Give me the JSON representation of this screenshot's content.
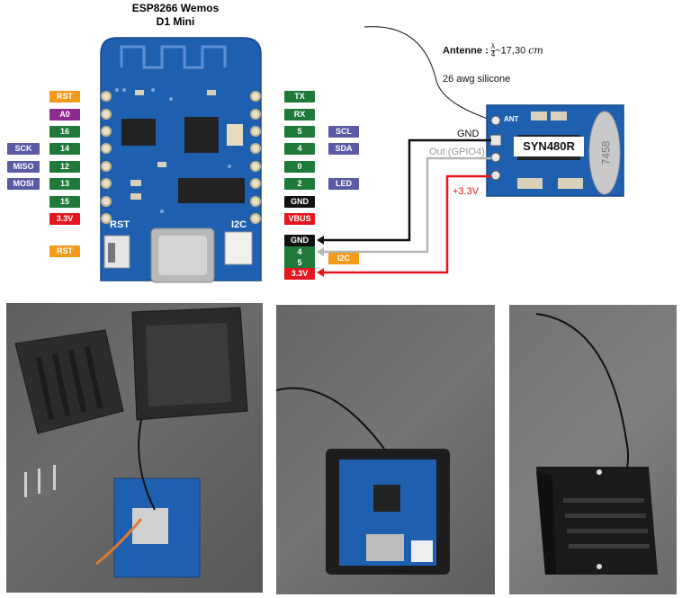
{
  "title": {
    "line1": "ESP8266 Wemos",
    "line2": "D1 Mini"
  },
  "colors": {
    "board": "#1f5fb0",
    "pin_green": "#1f7a3a",
    "pin_orange": "#f29a1a",
    "pin_purple": "#8e2b8e",
    "pin_blue": "#5a5aa6",
    "pin_red": "#e3161d",
    "pin_black": "#111111",
    "wire_red": "#e3161d",
    "wire_gray": "#b5b5b5",
    "wire_black": "#111111"
  },
  "board": {
    "rst_silk": "RST",
    "i2c_silk": "I2C"
  },
  "left_pins": {
    "main": [
      "RST",
      "A0",
      "16",
      "14",
      "12",
      "13",
      "15",
      "3.3V"
    ],
    "secondary": [
      "SCK",
      "MISO",
      "MOSI"
    ],
    "bottom": "RST"
  },
  "right_pins": {
    "main": [
      "TX",
      "RX",
      "5",
      "4",
      "0",
      "2",
      "GND",
      "VBUS"
    ],
    "secondary": [
      "SCL",
      "SDA",
      "LED"
    ],
    "i2c_connector": [
      "GND",
      "4",
      "5",
      "3.3V"
    ],
    "i2c_tag": "I2C"
  },
  "antenna": {
    "label": "Antenne",
    "formula_num": "λ",
    "formula_den": "4",
    "formula_value": "~17,30",
    "unit": "cm",
    "wire": "26 awg silicone"
  },
  "module": {
    "name": "SYN480R",
    "ant_silk": "ANT",
    "chip_text": "7458"
  },
  "wires": {
    "gnd": "GND",
    "out": "Out (GPIO4)",
    "vcc": "+3.3V"
  }
}
